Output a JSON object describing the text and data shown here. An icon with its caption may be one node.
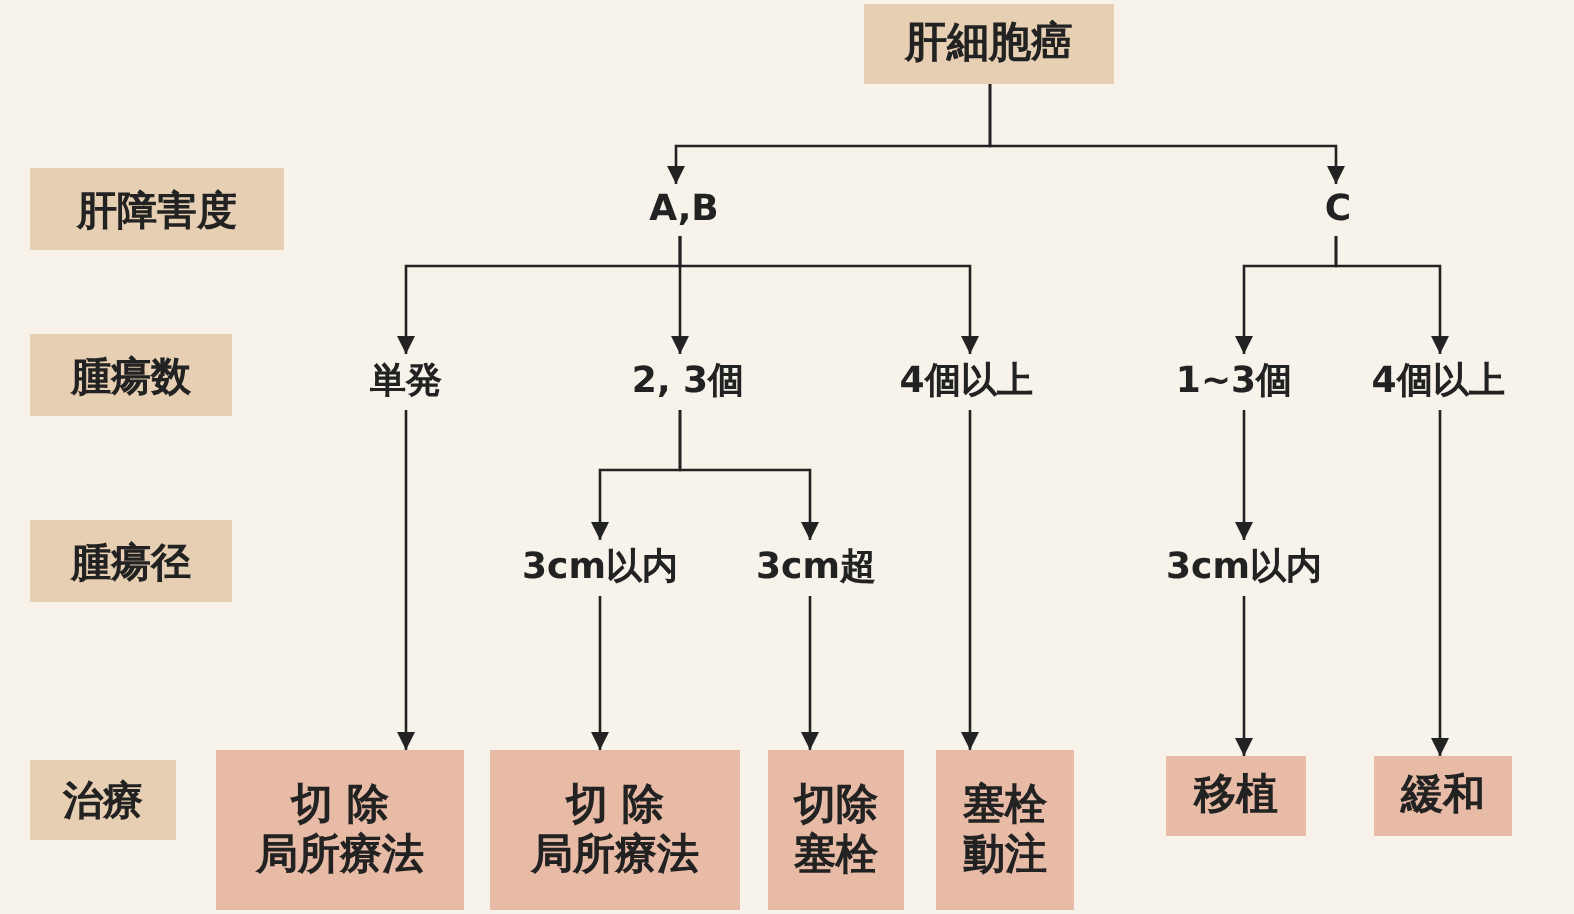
{
  "diagram": {
    "nodes": [
      {
        "text": [
          "肝細胞癌"
        ]
      },
      {
        "text": [
          "肝障害度"
        ]
      },
      {
        "text": [
          "A,B"
        ]
      },
      {
        "text": [
          "C"
        ]
      },
      {
        "text": [
          "腫瘍数"
        ]
      },
      {
        "text": [
          "単発"
        ]
      },
      {
        "text": [
          "2, 3個"
        ]
      },
      {
        "text": [
          "4個以上"
        ]
      },
      {
        "text": [
          "1~3個"
        ]
      },
      {
        "text": [
          "4個以上"
        ]
      },
      {
        "text": [
          "腫瘍径"
        ]
      },
      {
        "text": [
          "3cm以内"
        ]
      },
      {
        "text": [
          "3cm超"
        ]
      },
      {
        "text": [
          "3cm以内"
        ]
      },
      {
        "text": [
          "治療"
        ]
      },
      {
        "text": [
          "切 除",
          "局所療法"
        ]
      },
      {
        "text": [
          "切 除",
          "局所療法"
        ]
      },
      {
        "text": [
          "切除",
          "塞栓"
        ]
      },
      {
        "text": [
          "塞栓",
          "動注"
        ]
      },
      {
        "text": [
          "移植"
        ]
      },
      {
        "text": [
          "緩和"
        ]
      }
    ],
    "edges": [
      {
        "from": 0,
        "to": 2,
        "arrow": "to"
      },
      {
        "from": 0,
        "to": 3,
        "arrow": "to"
      },
      {
        "from": 2,
        "to": 5,
        "arrow": "to"
      },
      {
        "from": 2,
        "to": 6,
        "arrow": "to"
      },
      {
        "from": 2,
        "to": 7,
        "arrow": "to"
      },
      {
        "from": 3,
        "to": 8,
        "arrow": "to"
      },
      {
        "from": 3,
        "to": 9,
        "arrow": "to"
      },
      {
        "from": 6,
        "to": 11,
        "arrow": "to"
      },
      {
        "from": 6,
        "to": 12,
        "arrow": "to"
      },
      {
        "from": 5,
        "to": 15,
        "arrow": "to"
      },
      {
        "from": 11,
        "to": 16,
        "arrow": "to"
      },
      {
        "from": 12,
        "to": 17,
        "arrow": "to"
      },
      {
        "from": 7,
        "to": 18,
        "arrow": "to"
      },
      {
        "from": 8,
        "to": 13,
        "arrow": "to"
      },
      {
        "from": 13,
        "to": 19,
        "arrow": "to"
      },
      {
        "from": 9,
        "to": 20,
        "arrow": "to"
      }
    ]
  }
}
